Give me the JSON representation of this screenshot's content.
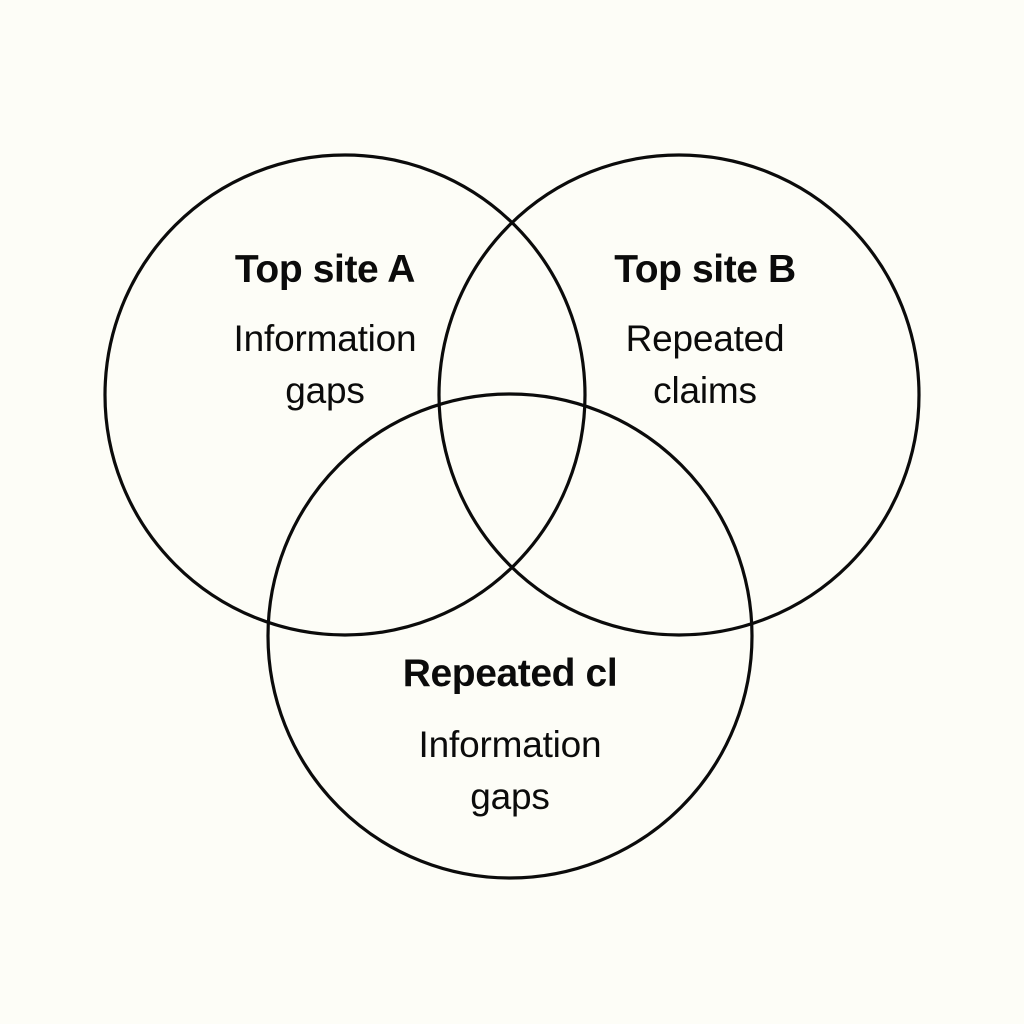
{
  "diagram": {
    "type": "venn",
    "background_color": "#fdfdf7",
    "stroke_color": "#0b0b0b",
    "sets": [
      {
        "id": "a",
        "title": "Top site A",
        "items": [
          "Information",
          "gaps"
        ],
        "item_text": "Information gaps"
      },
      {
        "id": "b",
        "title": "Top site B",
        "items": [
          "Repeated",
          "claims"
        ],
        "item_text": "Repeated claims"
      },
      {
        "id": "c",
        "title": "Repeated cl",
        "items": [
          "Information",
          "gaps"
        ],
        "item_text": "Information gaps"
      }
    ]
  }
}
